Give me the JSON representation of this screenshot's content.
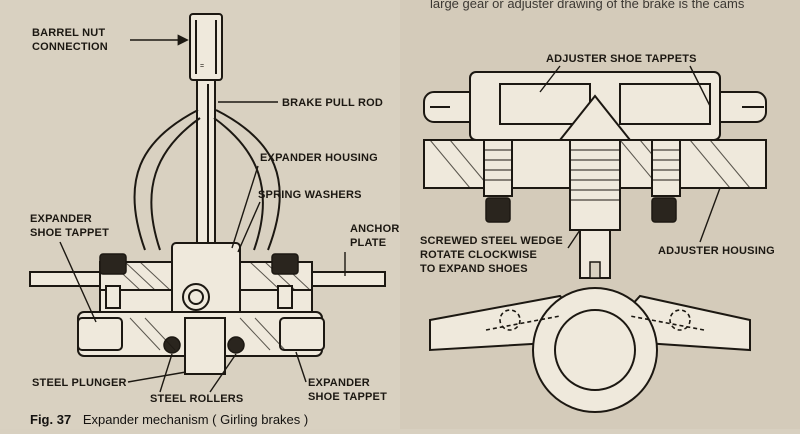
{
  "top_fragment": "large gear or adjuster drawing of the brake is the cams",
  "labels": {
    "barrel_nut": [
      "BARREL NUT",
      "CONNECTION"
    ],
    "brake_pull_rod": "BRAKE PULL ROD",
    "expander_housing": "EXPANDER HOUSING",
    "spring_washers": "SPRING WASHERS",
    "expander_shoe_tappet_left": [
      "EXPANDER",
      "SHOE TAPPET"
    ],
    "anchor_plate": [
      "ANCHOR",
      "PLATE"
    ],
    "steel_plunger": "STEEL PLUNGER",
    "steel_rollers": "STEEL ROLLERS",
    "expander_shoe_tappet_bottom": [
      "EXPANDER",
      "SHOE TAPPET"
    ],
    "adjuster_shoe_tappets": "ADJUSTER SHOE TAPPETS",
    "screwed_steel_wedge": [
      "SCREWED STEEL WEDGE",
      "ROTATE CLOCKWISE",
      "TO EXPAND SHOES"
    ],
    "adjuster_housing": "ADJUSTER HOUSING"
  },
  "caption": {
    "fig": "Fig. 37",
    "text": "Expander mechanism ( Girling brakes )"
  }
}
